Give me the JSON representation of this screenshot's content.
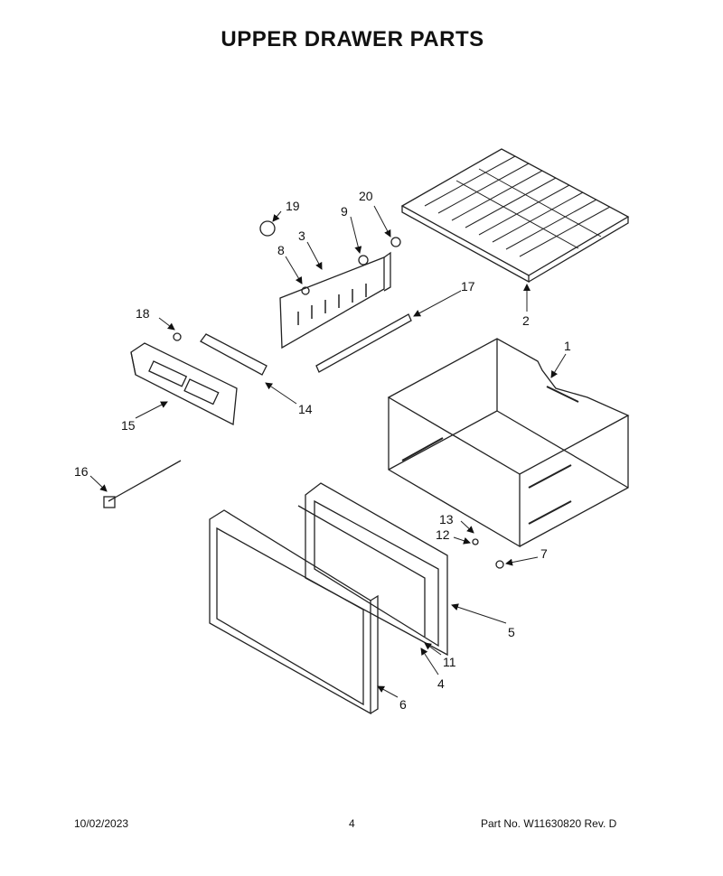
{
  "title": "UPPER DRAWER PARTS",
  "callouts": [
    "1",
    "2",
    "3",
    "4",
    "5",
    "6",
    "7",
    "8",
    "9",
    "11",
    "12",
    "13",
    "14",
    "15",
    "16",
    "17",
    "18",
    "19",
    "20"
  ],
  "footer": {
    "date": "10/02/2023",
    "page": "4",
    "part_no": "Part No.  W11630820  Rev.  D"
  }
}
